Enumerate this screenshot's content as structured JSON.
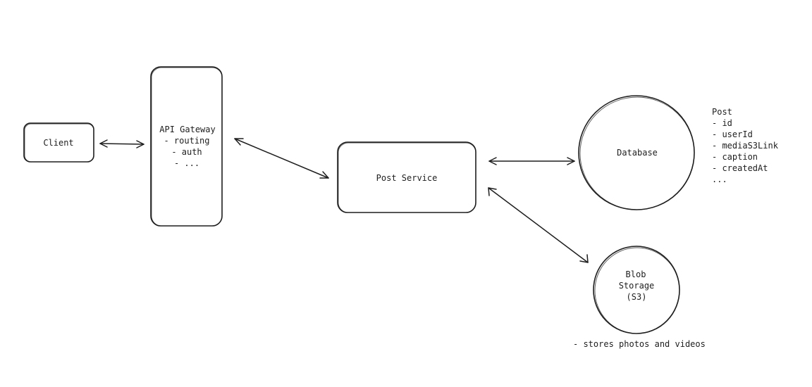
{
  "nodes": {
    "client": {
      "label": "Client"
    },
    "api_gateway": {
      "title": "API Gateway",
      "lines": [
        "- routing",
        "- auth",
        "- ..."
      ]
    },
    "post_service": {
      "label": "Post Service"
    },
    "database": {
      "label": "Database"
    },
    "blob_storage": {
      "lines": [
        "Blob",
        "Storage",
        "(S3)"
      ]
    }
  },
  "schema": {
    "title": "Post",
    "fields": [
      "- id",
      "- userId",
      "- mediaS3Link",
      "- caption",
      "- createdAt",
      "..."
    ]
  },
  "notes": {
    "blob": "- stores photos and videos"
  },
  "colors": {
    "stroke": "#1e1e1e",
    "background": "#ffffff"
  }
}
